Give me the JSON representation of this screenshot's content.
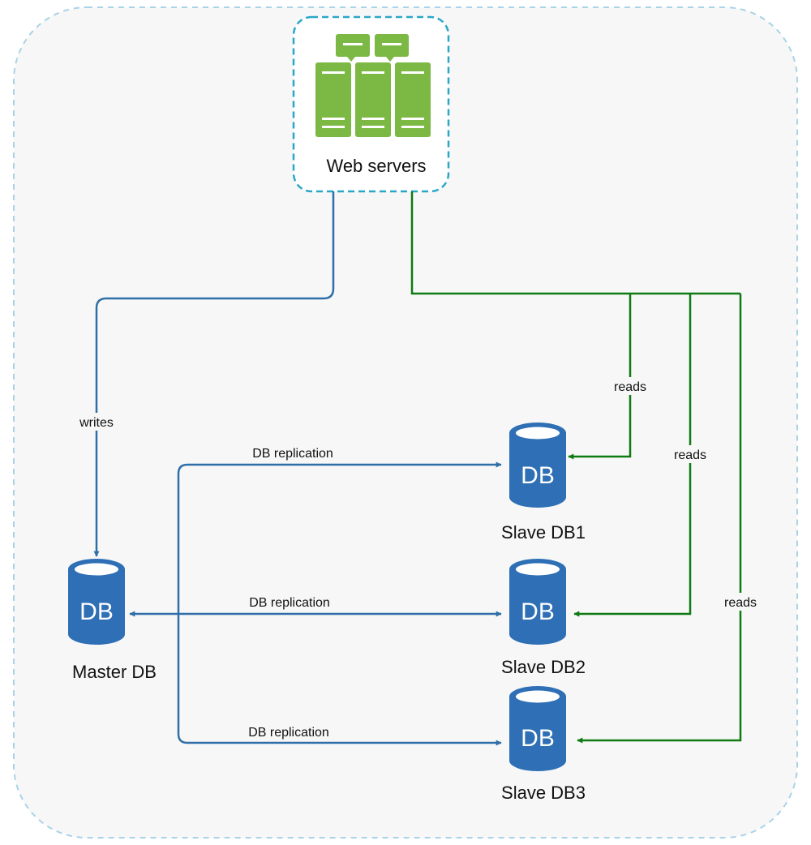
{
  "colors": {
    "background": "#f7f7f7",
    "dashed_border": "#a9d3e6",
    "server_box_border": "#2aa7c8",
    "server_green": "#7cb844",
    "db_blue": "#2e6fb5",
    "write_line": "#2f6fa8",
    "read_line": "#0f7a12"
  },
  "web_servers": {
    "label": "Web servers",
    "icon": "server-rack-icon"
  },
  "master_db": {
    "icon_text": "DB",
    "label": "Master DB"
  },
  "slave_dbs": [
    {
      "icon_text": "DB",
      "label": "Slave DB1"
    },
    {
      "icon_text": "DB",
      "label": "Slave DB2"
    },
    {
      "icon_text": "DB",
      "label": "Slave DB3"
    }
  ],
  "edges": {
    "writes_label": "writes",
    "reads_labels": [
      "reads",
      "reads",
      "reads"
    ],
    "replication_labels": [
      "DB replication",
      "DB replication",
      "DB replication"
    ]
  }
}
